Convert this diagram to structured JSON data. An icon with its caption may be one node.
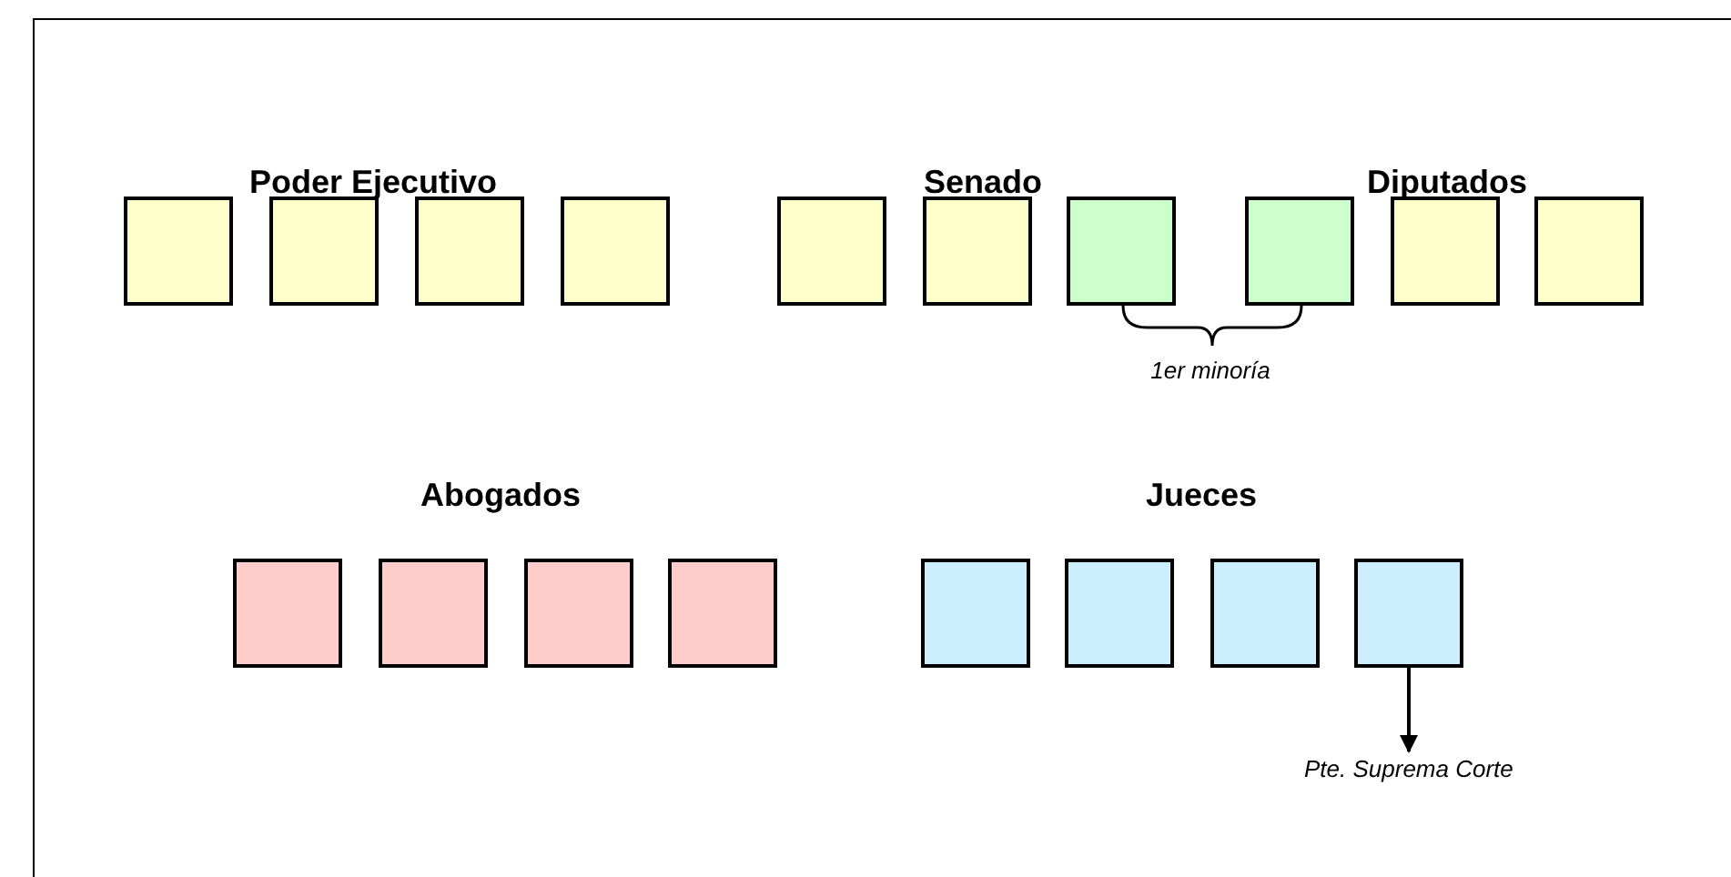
{
  "diagram": {
    "nodes": [
      {
        "text": [],
        "shape": "box"
      },
      {
        "text": [],
        "shape": "box"
      },
      {
        "text": [],
        "shape": "box"
      },
      {
        "text": [],
        "shape": "box"
      },
      {
        "text": [],
        "shape": "box"
      },
      {
        "text": [],
        "shape": "box"
      },
      {
        "text": [],
        "shape": "box"
      },
      {
        "text": [],
        "shape": "box"
      },
      {
        "text": [],
        "shape": "box"
      },
      {
        "text": [],
        "shape": "box"
      },
      {
        "text": [],
        "shape": "box"
      },
      {
        "text": [],
        "shape": "box"
      },
      {
        "text": [],
        "shape": "box"
      },
      {
        "text": [],
        "shape": "box"
      },
      {
        "text": [],
        "shape": "box"
      },
      {
        "text": [],
        "shape": "box"
      },
      {
        "text": [],
        "shape": "box"
      },
      {
        "text": [],
        "shape": "box"
      },
      {
        "text": [
          "Pte. Suprema Corte"
        ]
      }
    ],
    "edges": [
      {
        "from": 17,
        "to": 18,
        "arrow": "to"
      }
    ],
    "labels": [
      "Poder Ejecutivo",
      "Senado",
      "Diputados",
      "1er minoría",
      "Abogados",
      "Jueces"
    ]
  }
}
